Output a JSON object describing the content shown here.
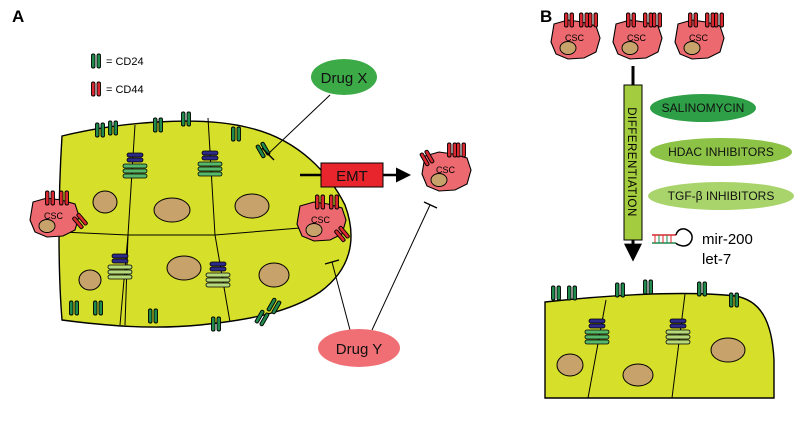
{
  "panels": {
    "a": "A",
    "b": "B"
  },
  "legend": [
    {
      "label": "= CD24",
      "color": "#1f8a4c"
    },
    {
      "label": "= CD44",
      "color": "#d9282f"
    }
  ],
  "csc_label": "CSC",
  "drugs": {
    "x": {
      "label": "Drug X",
      "color": "#3daa48"
    },
    "y": {
      "label": "Drug Y",
      "color": "#ef6f75"
    }
  },
  "emt": {
    "label": "EMT",
    "color": "#e8252c"
  },
  "differentiation": {
    "label": "DIFFERENTIATION",
    "color": "#a4cc3f"
  },
  "agents": [
    {
      "label": "SALINOMYCIN",
      "color": "#2e9e47"
    },
    {
      "label": "HDAC INHIBITORS",
      "color": "#8cc245"
    },
    {
      "label": "TGF-β INHIBITORS",
      "color": "#a9d46c"
    }
  ],
  "mirna": {
    "line1": "mir-200",
    "line2": "let-7"
  },
  "colors": {
    "cell_fill": "#d6df2a",
    "nucleus": "#c8a26b",
    "csc_fill": "#ec6a6f",
    "cd24": "#1f8a4c",
    "cd44": "#d9282f",
    "junction_blue": "#2d2a8a",
    "junction_green": "#58b86a",
    "junction_lime": "#b6d97a"
  }
}
